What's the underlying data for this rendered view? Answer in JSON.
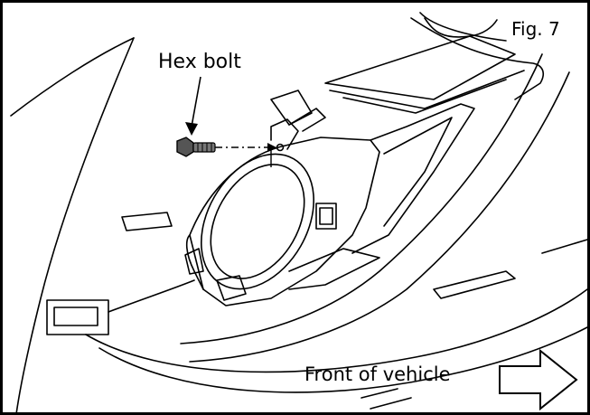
{
  "figure": {
    "label": "Fig. 7"
  },
  "callouts": {
    "hex_bolt": "Hex bolt",
    "front_of_vehicle": "Front of vehicle"
  },
  "colors": {
    "line": "#000000",
    "background": "#ffffff",
    "bolt_fill": "#555555"
  },
  "icons": {
    "direction_arrow": "arrow-right-outline-icon",
    "fastener": "hex-bolt-icon"
  }
}
